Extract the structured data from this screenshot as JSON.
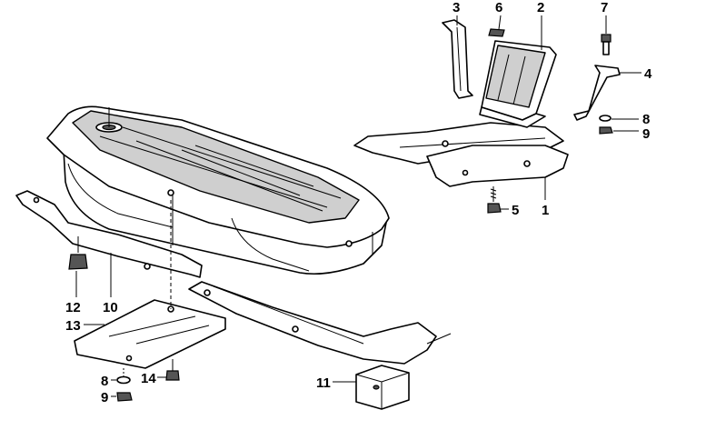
{
  "callouts": [
    {
      "id": "c1",
      "text": "1"
    },
    {
      "id": "c2",
      "text": "2"
    },
    {
      "id": "c3",
      "text": "3"
    },
    {
      "id": "c4",
      "text": "4"
    },
    {
      "id": "c5",
      "text": "5"
    },
    {
      "id": "c6",
      "text": "6"
    },
    {
      "id": "c7",
      "text": "7"
    },
    {
      "id": "c8a",
      "text": "8"
    },
    {
      "id": "c9a",
      "text": "9"
    },
    {
      "id": "c8b",
      "text": "8"
    },
    {
      "id": "c9b",
      "text": "9"
    },
    {
      "id": "c10",
      "text": "10"
    },
    {
      "id": "c11",
      "text": "11"
    },
    {
      "id": "c12",
      "text": "12"
    },
    {
      "id": "c13",
      "text": "13"
    },
    {
      "id": "c14",
      "text": "14"
    }
  ]
}
